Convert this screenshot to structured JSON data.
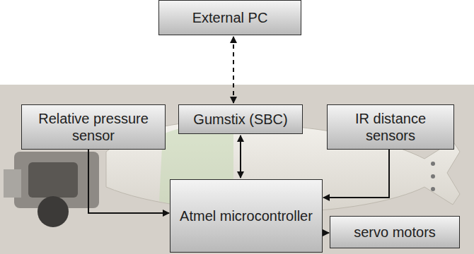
{
  "diagram": {
    "nodes": [
      {
        "text": [
          "External PC"
        ]
      },
      {
        "text": [
          "Relative pressure sensor"
        ]
      },
      {
        "text": [
          "Gumstix (SBC)"
        ]
      },
      {
        "text": [
          "IR distance sensors"
        ]
      },
      {
        "text": [
          "Atmel microcontroller"
        ]
      },
      {
        "text": [
          "servo motors"
        ]
      }
    ],
    "edges": [
      {
        "from": 0,
        "to": 2,
        "arrow": "both"
      },
      {
        "from": 2,
        "to": 4,
        "arrow": "both"
      },
      {
        "from": 1,
        "to": 4,
        "arrow": "to"
      },
      {
        "from": 3,
        "to": 4,
        "arrow": "to"
      },
      {
        "from": 4,
        "to": 5,
        "arrow": "to"
      }
    ]
  }
}
